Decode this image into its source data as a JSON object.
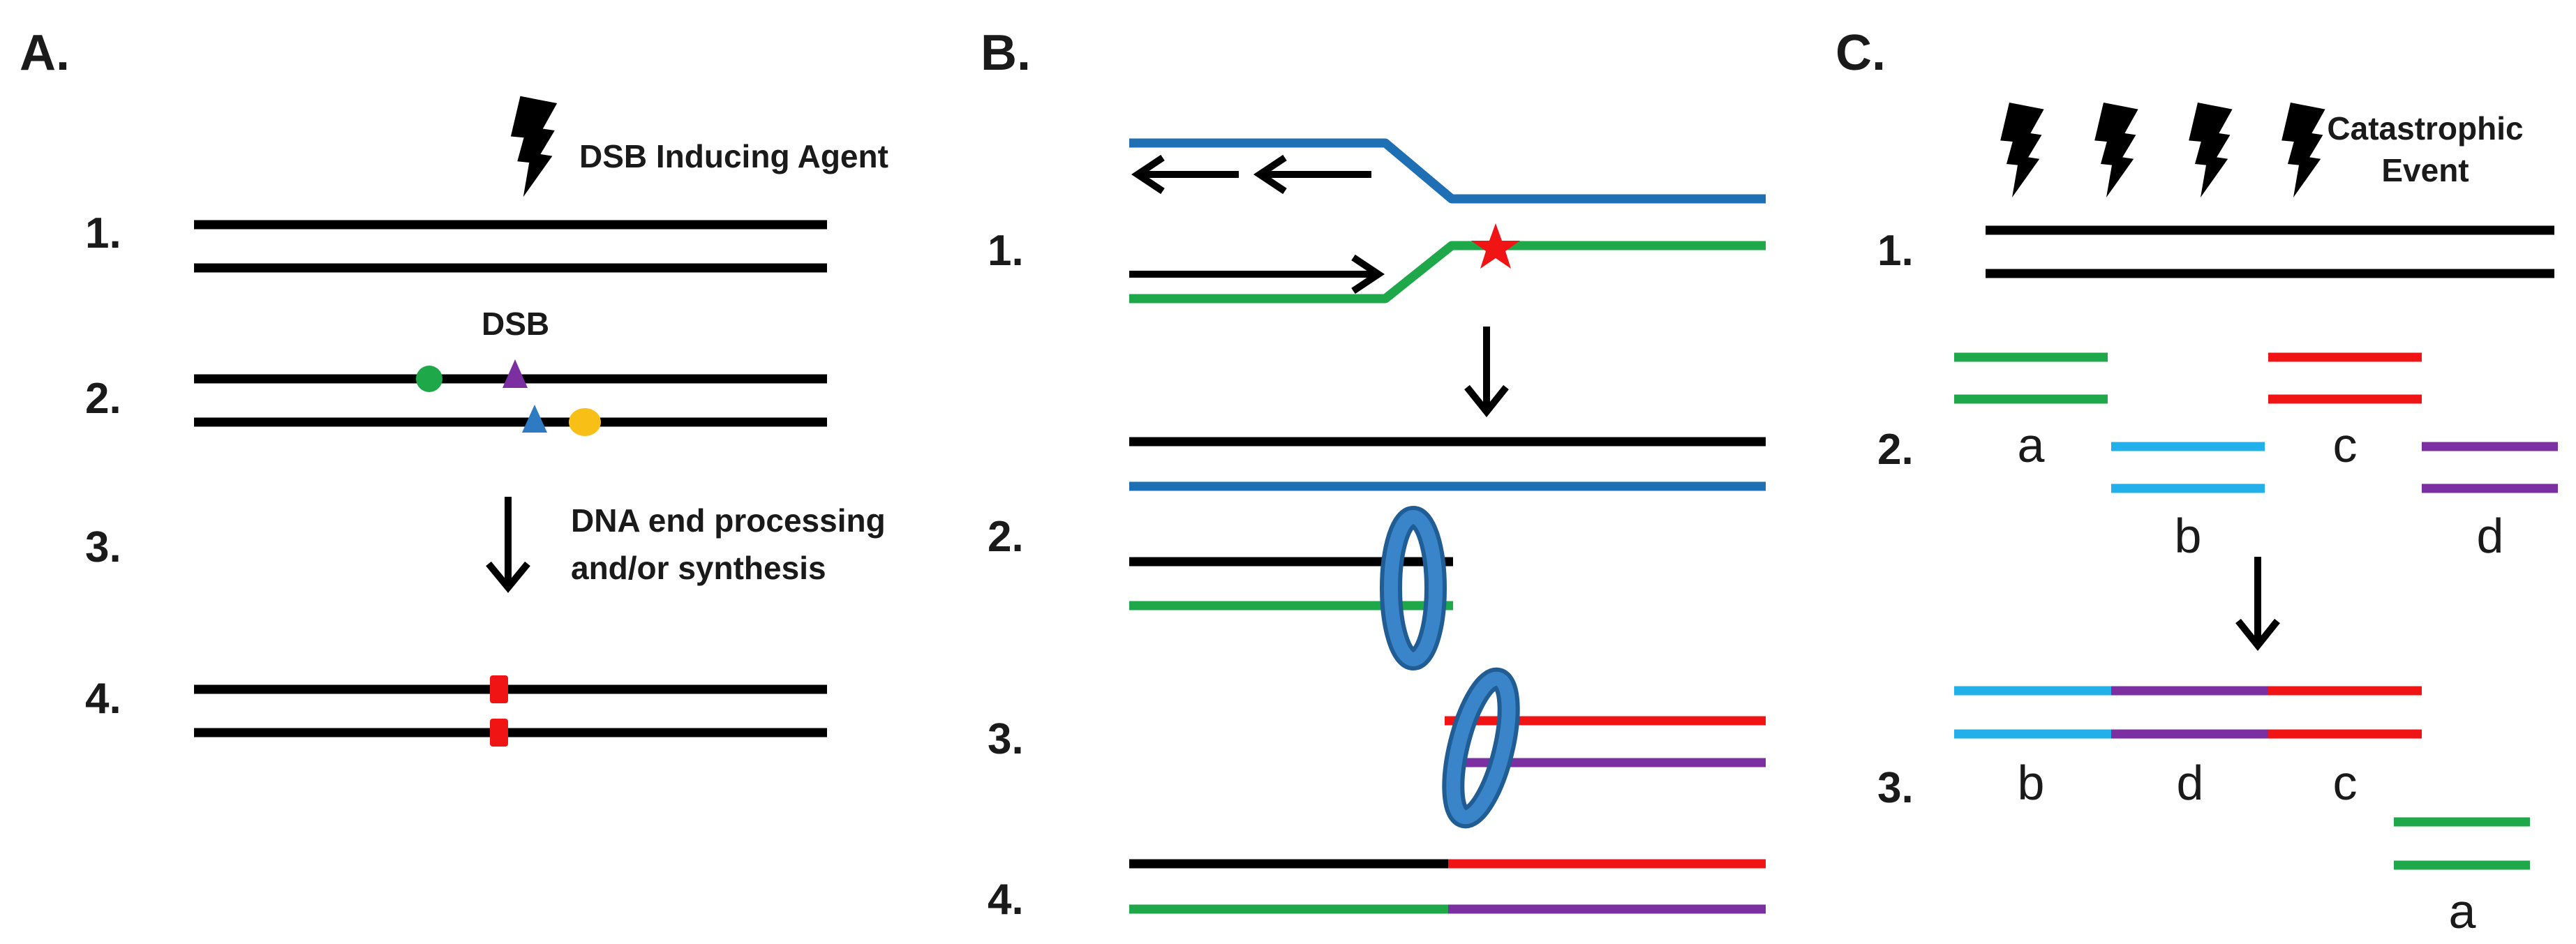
{
  "panels": {
    "a": {
      "label": "A.",
      "steps": [
        "1.",
        "2.",
        "3.",
        "4."
      ],
      "agent_label": "DSB Inducing Agent",
      "dsb_label": "DSB",
      "processing_line1": "DNA end processing",
      "processing_line2": "and/or synthesis"
    },
    "b": {
      "label": "B.",
      "steps": [
        "1.",
        "2.",
        "3.",
        "4."
      ]
    },
    "c": {
      "label": "C.",
      "steps": [
        "1.",
        "2.",
        "3."
      ],
      "event_line1": "Catastrophic",
      "event_line2": "Event",
      "fragments_top": [
        "a",
        "b",
        "c",
        "d"
      ],
      "fragments_bottom": [
        "b",
        "d",
        "c",
        "a"
      ]
    }
  },
  "colors": {
    "black": "#000000",
    "blue": "#1f6fb5",
    "green": "#1ea84a",
    "red": "#f01414",
    "purple": "#7b2fa0",
    "cyan": "#22b0ea",
    "yellow": "#f8bf16",
    "triangle_blue": "#2e7bc4",
    "ring": "#2e78bc"
  },
  "icons": [
    "lightning-bolt-icon",
    "arrow-down-icon",
    "star-icon",
    "ring-clamp-icon"
  ]
}
